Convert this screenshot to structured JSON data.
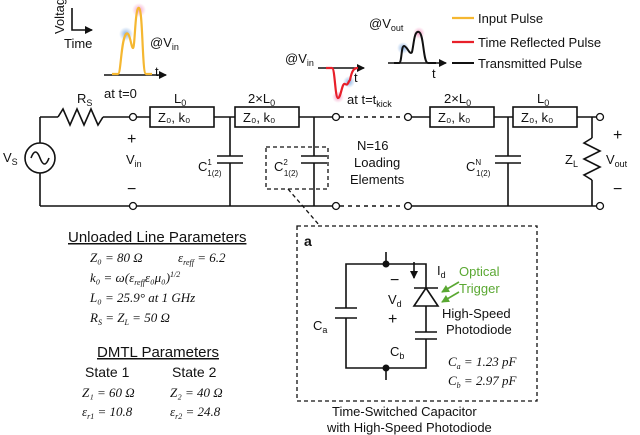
{
  "legend": {
    "input": "Input Pulse",
    "reflected": "Time Reflected Pulse",
    "transmitted": "Transmitted Pulse"
  },
  "inset_input": {
    "y_axis": "Voltage",
    "x_axis": "Time",
    "probe": "@V",
    "probe_sub": "in",
    "time_arrow": "t",
    "time_label": "at t=0"
  },
  "inset_mid": {
    "probe": "@V",
    "probe_sub": "in",
    "time_arrow": "t"
  },
  "inset_out": {
    "probe": "@V",
    "probe_sub": "out",
    "time_arrow": "t"
  },
  "circuit": {
    "source": "V",
    "source_sub": "S",
    "rs": "R",
    "rs_sub": "S",
    "l0a": "L",
    "l0a_sub": "0",
    "z0k0_a": "Z₀, k₀",
    "l2a": "2×L",
    "l2a_sub": "0",
    "z0k0_b": "Z₀, k₀",
    "kick": "at t=t",
    "kick_sub": "kick",
    "l2b": "2×L",
    "l2b_sub": "0",
    "z0k0_c": "Z₀, k₀",
    "l0b": "L",
    "l0b_sub": "0",
    "z0k0_d": "Z₀, k₀",
    "vin": "V",
    "vin_sub": "in",
    "plus": "+",
    "minus": "−",
    "c1": "C",
    "c1_sup": "1",
    "c1_sub": "1(2)",
    "c2": "C",
    "c2_sup": "2",
    "c2_sub": "1(2)",
    "cn": "C",
    "cn_sup": "N",
    "cn_sub": "1(2)",
    "loading": [
      "N=16",
      "Loading",
      "Elements"
    ],
    "zl": "Z",
    "zl_sub": "L",
    "vout": "V",
    "vout_sub": "out"
  },
  "unloaded": {
    "title": "Unloaded Line Parameters",
    "row1a": "Z₀ = 80 Ω",
    "row1b": "ε",
    "row1b_sub": "reff",
    "row1b_val": " = 6.2",
    "row2": "k₀ = ω(ε",
    "row2_sub1": "reff",
    "row2_mid": "ε₀μ₀)",
    "row2_sup": "1/2",
    "row3": "L₀ = 25.9° at 1 GHz",
    "row4": "R",
    "row4_sub": "S",
    "row4_rest": " = Z",
    "row4_sub2": "L",
    "row4_val": " = 50 Ω"
  },
  "dmtl": {
    "title": "DMTL Parameters",
    "state1": "State 1",
    "state2": "State 2",
    "z1": "Z₁ = 60 Ω",
    "z2": "Z₂ = 40 Ω",
    "e1": "ε",
    "e1_sub": "r1",
    "e1_val": " = 10.8",
    "e2": "ε",
    "e2_sub": "r2",
    "e2_val": " = 24.8"
  },
  "detail": {
    "panel_label": "a",
    "id": "I",
    "id_sub": "d",
    "optical": [
      "Optical",
      "Trigger"
    ],
    "vd": "V",
    "vd_sub": "d",
    "photodiode": [
      "High-Speed",
      "Photodiode"
    ],
    "ca": "C",
    "ca_sub": "a",
    "cb": "C",
    "cb_sub": "b",
    "ca_val": "C",
    "ca_val_sub": "a",
    "ca_val_rest": " = 1.23 pF",
    "cb_val": "C",
    "cb_val_sub": "b",
    "cb_val_rest": " = 2.97 pF",
    "plus": "+",
    "minus": "−",
    "caption": [
      "Time-Switched Capacitor",
      "with High-Speed Photodiode"
    ]
  },
  "colors": {
    "input": "#f5b731",
    "reflected": "#e8202a",
    "transmitted": "#111111",
    "optical": "#5aa832",
    "glow_pink": "#f4a3c8",
    "glow_blue": "#8fb6e6"
  }
}
